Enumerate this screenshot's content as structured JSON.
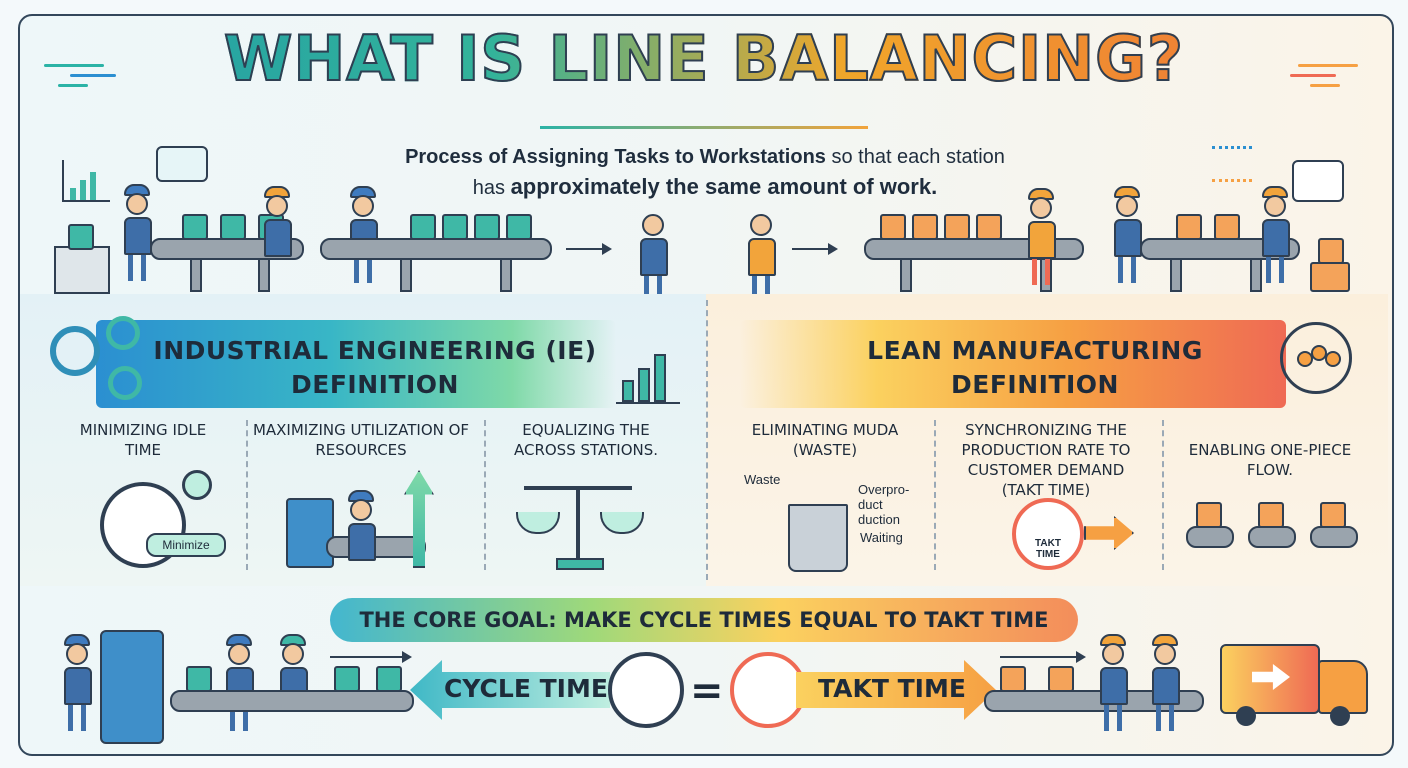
{
  "title": "WHAT IS LINE BALANCING?",
  "subtitle": {
    "part1_bold": "Process of Assigning Tasks to Workstations",
    "part1_rest": " so that each station",
    "part2_pre": "has ",
    "part2_bold": "approximately the same amount of work."
  },
  "ie": {
    "title_line1": "INDUSTRIAL ENGINEERING (IE)",
    "title_line2": "DEFINITION",
    "col1": "MINIMIZING IDLE TIME",
    "col2": "MAXIMIZING UTILIZATION OF RESOURCES",
    "col3": "EQUALIZING THE ACROSS STATIONS.",
    "minimize_badge": "Minimize"
  },
  "lean": {
    "title_line1": "LEAN MANUFACTURING",
    "title_line2": "DEFINITION",
    "col1": "ELIMINATING MUDA (WASTE)",
    "col2": "SYNCHRONIZING THE PRODUCTION RATE TO CUSTOMER DEMAND (TAKT TIME)",
    "col3": "ENABLING ONE-PIECE FLOW.",
    "waste_labels": {
      "waste": "Waste",
      "overproduction": "Overpro-duct duction",
      "waiting": "Waiting"
    },
    "clock_label": "TAKT TIME"
  },
  "goal": "THE CORE GOAL: MAKE CYCLE TIMES EQUAL TO TAKT TIME",
  "equation": {
    "left": "CYCLE TIMES",
    "operator": "=",
    "right": "TAKT TIME"
  },
  "colors": {
    "teal": "#2bb3a6",
    "blue": "#2b8fd1",
    "orange": "#f6a043",
    "coral": "#ef6a54",
    "ink": "#2f3f52"
  }
}
